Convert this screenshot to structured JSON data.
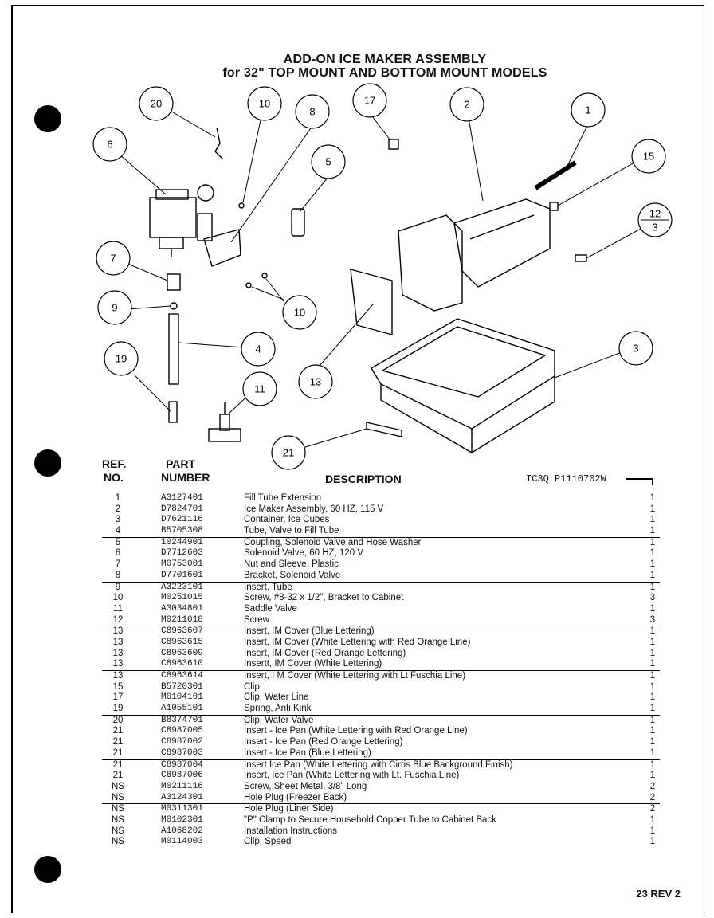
{
  "title": {
    "line1": "ADD-ON ICE MAKER ASSEMBLY",
    "line2": "for 32\" TOP MOUNT AND BOTTOM MOUNT MODELS"
  },
  "diagram": {
    "callouts": [
      "20",
      "10",
      "8",
      "17",
      "2",
      "1",
      "6",
      "5",
      "15",
      "12",
      "3",
      "7",
      "9",
      "10",
      "4",
      "19",
      "13",
      "3",
      "11",
      "21"
    ]
  },
  "table": {
    "ref_header_1": "REF.",
    "ref_header_2": "NO.",
    "part_header_1": "PART",
    "part_header_2": "NUMBER",
    "desc_header": "DESCRIPTION",
    "code": "IC3Q P1110702W",
    "rows": [
      {
        "ref": "1",
        "part": "A3127401",
        "desc": "Fill Tube Extension",
        "qty": "1"
      },
      {
        "ref": "2",
        "part": "D7824701",
        "desc": "Ice Maker Assembly, 60 HZ, 115 V",
        "qty": "1"
      },
      {
        "ref": "3",
        "part": "D7621116",
        "desc": "Container, Ice Cubes",
        "qty": "1"
      },
      {
        "ref": "4",
        "part": "B5705308",
        "desc": "Tube, Valve to Fill Tube",
        "qty": "1"
      },
      {
        "ref": "5",
        "part": "10244901",
        "desc": "Coupling, Solenoid Valve and Hose Washer",
        "qty": "1"
      },
      {
        "ref": "6",
        "part": "D7712603",
        "desc": "Solenoid Valve, 60 HZ, 120 V",
        "qty": "1"
      },
      {
        "ref": "7",
        "part": "M0753001",
        "desc": "Nut and Sleeve, Plastic",
        "qty": "1"
      },
      {
        "ref": "8",
        "part": "D7701601",
        "desc": "Bracket, Solenoid Valve",
        "qty": "1"
      },
      {
        "ref": "9",
        "part": "A3223101",
        "desc": "Insert, Tube",
        "qty": "1"
      },
      {
        "ref": "10",
        "part": "M0251015",
        "desc": "Screw, #8-32 x 1/2\", Bracket to Cabinet",
        "qty": "3"
      },
      {
        "ref": "11",
        "part": "A3034801",
        "desc": "Saddle Valve",
        "qty": "1"
      },
      {
        "ref": "12",
        "part": "M0211018",
        "desc": "Screw",
        "qty": "3"
      },
      {
        "ref": "13",
        "part": "C8963607",
        "desc": "Insert, IM Cover (Blue Lettering)",
        "qty": "1"
      },
      {
        "ref": "13",
        "part": "C8963615",
        "desc": "Insert, IM Cover (White Lettering with Red Orange Line)",
        "qty": "1"
      },
      {
        "ref": "13",
        "part": "C8963609",
        "desc": "Insert, IM Cover (Red Orange Lettering)",
        "qty": "1"
      },
      {
        "ref": "13",
        "part": "C8963610",
        "desc": "Insertt, IM Cover (White Lettering)",
        "qty": "1"
      },
      {
        "ref": "13",
        "part": "C8963614",
        "desc": "Insert, I M Cover (White Lettering with Lt Fuschia Line)",
        "qty": "1"
      },
      {
        "ref": "15",
        "part": "B5720301",
        "desc": "Clip",
        "qty": "1"
      },
      {
        "ref": "17",
        "part": "M0104101",
        "desc": "Clip, Water Line",
        "qty": "1"
      },
      {
        "ref": "19",
        "part": "A1055101",
        "desc": "Spring, Anti Kink",
        "qty": "1"
      },
      {
        "ref": "20",
        "part": "B8374701",
        "desc": "Clip, Water Valve",
        "qty": "1"
      },
      {
        "ref": "21",
        "part": "C8987005",
        "desc": "Insert - Ice Pan (White Lettering with Red Orange Line)",
        "qty": "1"
      },
      {
        "ref": "21",
        "part": "C8987002",
        "desc": "Insert - Ice Pan (Red Orange Lettering)",
        "qty": "1"
      },
      {
        "ref": "21",
        "part": "C8987003",
        "desc": "Insert - Ice Pan (Blue Lettering)",
        "qty": "1"
      },
      {
        "ref": "21",
        "part": "C8987004",
        "desc": "Insert Ice Pan (White Lettering with Cirris Blue Background Finish)",
        "qty": "1"
      },
      {
        "ref": "21",
        "part": "C8987006",
        "desc": "Insert, Ice Pan (White Lettering with Lt. Fuschia Line)",
        "qty": "1"
      },
      {
        "ref": "NS",
        "part": "M0211116",
        "desc": "Screw, Sheet Metal, 3/8\" Long",
        "qty": "2"
      },
      {
        "ref": "NS",
        "part": "A3124301",
        "desc": "Hole Plug (Freezer Back)",
        "qty": "2"
      },
      {
        "ref": "NS",
        "part": "M0311301",
        "desc": "Hole Plug (Liner Side)",
        "qty": "2"
      },
      {
        "ref": "NS",
        "part": "M0102301",
        "desc": "\"P\" Clamp to Secure Household Copper Tube to Cabinet Back",
        "qty": "1"
      },
      {
        "ref": "NS",
        "part": "A1068202",
        "desc": "Installation Instructions",
        "qty": "1"
      },
      {
        "ref": "NS",
        "part": "M0114003",
        "desc": "Clip, Speed",
        "qty": "1"
      }
    ]
  },
  "footer": {
    "page": "23 REV 2"
  }
}
